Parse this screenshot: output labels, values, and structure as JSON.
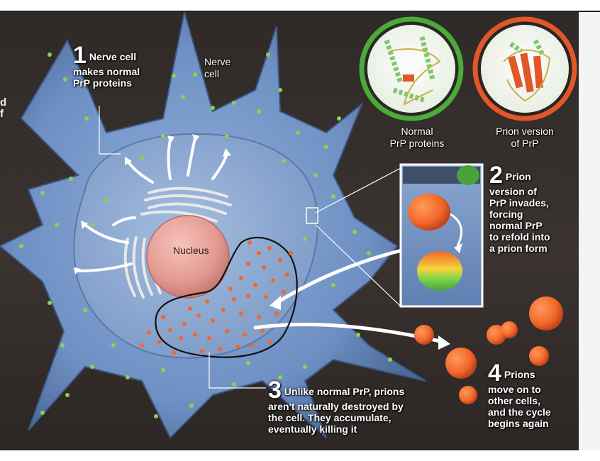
{
  "labels": {
    "nerve_cell": [
      "Nerve",
      "cell"
    ],
    "nucleus": "Nucleus",
    "normal_prp": [
      "Normal",
      "PrP proteins"
    ],
    "prion_version": [
      "Prion version",
      "of PrP"
    ],
    "edge_letters": [
      "d",
      "f"
    ]
  },
  "steps": [
    {
      "number": "1",
      "lines": [
        "Nerve cell",
        "makes normal",
        "PrP proteins"
      ]
    },
    {
      "number": "2",
      "lines": [
        "Prion",
        "version of",
        "PrP invades,",
        "forcing",
        "normal PrP",
        "to refold into",
        "a prion form"
      ]
    },
    {
      "number": "3",
      "lines": [
        "Unlike normal PrP, prions",
        "aren't naturally destroyed by",
        "the cell. They accumulate,",
        "eventually killing it"
      ]
    },
    {
      "number": "4",
      "lines": [
        "Prions",
        "move on to",
        "other cells,",
        "and the cycle",
        "begins again"
      ]
    }
  ],
  "colors": {
    "background": "#332d2a",
    "cell": "#6f8fc2",
    "nucleus": "#e39a92",
    "normal_protein": "#8cd24a",
    "prion": "#f2672a",
    "normal_ring": "#4caa3a",
    "prion_ring": "#e2572a"
  }
}
